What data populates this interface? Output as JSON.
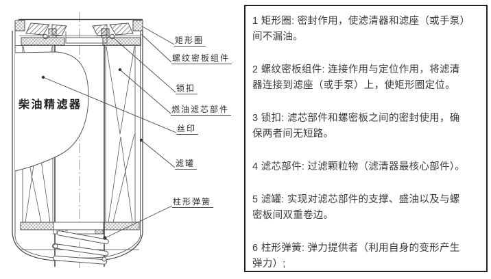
{
  "diagram": {
    "product_print": "柴油精滤器",
    "callouts": [
      {
        "id": "rect-ring",
        "label": "矩形圈"
      },
      {
        "id": "thread-plate",
        "label": "螺纹密板组件"
      },
      {
        "id": "lock",
        "label": "锁扣"
      },
      {
        "id": "fuel-element",
        "label": "燃油滤芯部件"
      },
      {
        "id": "silk-print",
        "label": "丝印"
      },
      {
        "id": "canister",
        "label": "滤罐"
      },
      {
        "id": "spring",
        "label": "柱形弹簧"
      }
    ]
  },
  "legend": {
    "items": [
      {
        "text": "1 矩形圈: 密封作用，使滤清器和滤座（或手泵）\n间不漏油。"
      },
      {
        "text": "2 螺纹密板组件: 连接作用与定位作用，将滤清\n器连接到滤座（或手泵）上，使矩形圈定位。"
      },
      {
        "text": "3 锁扣: 滤芯部件和螺密板之间的密封使用，确\n保两者间无短路。"
      },
      {
        "text": "4 滤芯部件: 过滤颗粒物（滤清器最核心部件）。"
      },
      {
        "text": "5 滤罐: 实现对滤芯部件的支撑、盛油以及与螺\n密板间双重卷边。"
      },
      {
        "text": "6 柱形弹簧: 弹力提供者（利用自身的变形产生\n弹力）;"
      }
    ]
  },
  "colors": {
    "line": "#4a4a4a",
    "text": "#3a3a3a",
    "panel_border": "#222222",
    "background": "#ffffff"
  }
}
